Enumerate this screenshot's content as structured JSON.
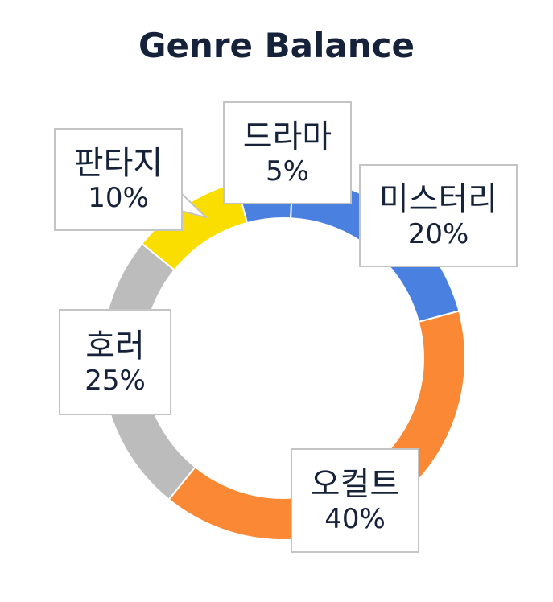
{
  "chart_data": {
    "type": "pie",
    "title": "Genre Balance",
    "categories": [
      "드라마",
      "미스터리",
      "오컬트",
      "호러",
      "판타지"
    ],
    "values": [
      5,
      20,
      40,
      25,
      10
    ],
    "value_labels": [
      "5%",
      "20%",
      "40%",
      "25%",
      "10%"
    ],
    "colors": [
      "#4a80e0",
      "#4a80e0",
      "#fa8834",
      "#bcbcbc",
      "#fade00"
    ],
    "legend": "none",
    "grid": false
  }
}
